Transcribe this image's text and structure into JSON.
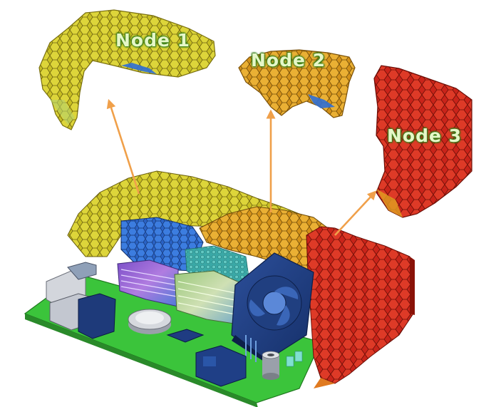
{
  "labels": {
    "node1": "Node 1",
    "node2": "Node 2",
    "node3": "Node 3"
  },
  "colors": {
    "node1": "#c9c21f",
    "node2": "#e0a11a",
    "node3": "#d62a1c",
    "arrow": "#f0a04a",
    "pcb": "#3bc43b",
    "heatsink_blue": "#2e6fd1",
    "heatsink_teal": "#3fb7b0",
    "fan": "#1e3f7a"
  }
}
